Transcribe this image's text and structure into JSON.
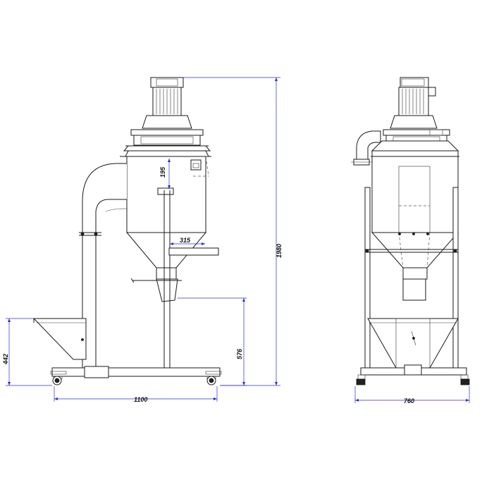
{
  "dimensions": {
    "side_view": {
      "base_width": "1100",
      "hopper_height": "442",
      "outlet_height": "576",
      "inlet_offset": "195",
      "outlet_arm": "315"
    },
    "front_view": {
      "total_height": "1980",
      "width": "760"
    }
  }
}
